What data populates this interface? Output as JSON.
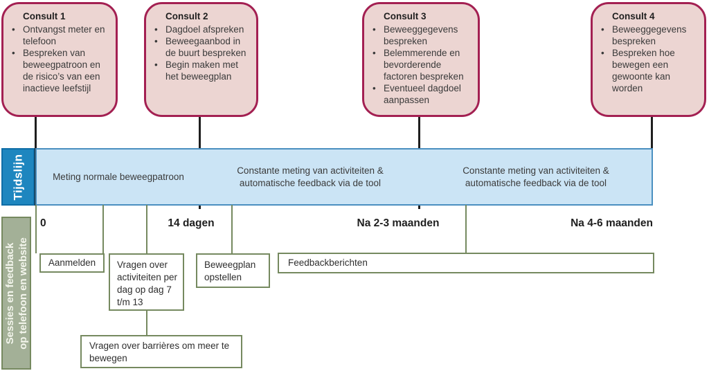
{
  "diagram": {
    "consults": [
      {
        "title": "Consult 1",
        "bullets": [
          "Ontvangst meter en telefoon",
          "Bespreken van beweegpatroon en de risico’s van een inactieve leefstijl"
        ]
      },
      {
        "title": "Consult 2",
        "bullets": [
          "Dagdoel afspreken",
          "Beweegaanbod in de buurt bespreken",
          "Begin maken met het beweegplan"
        ]
      },
      {
        "title": "Consult 3",
        "bullets": [
          "Beweeggegevens bespreken",
          "Belemmerende en bevorderende factoren bespreken",
          "Eventueel dagdoel aanpassen"
        ]
      },
      {
        "title": "Consult 4",
        "bullets": [
          "Beweeggegevens bespreken",
          "Bespreken hoe bewegen een gewoonte kan worden"
        ]
      }
    ],
    "band": {
      "label": "Tijdslijn",
      "segments": [
        "Meting normale beweegpatroon",
        "Constante meting van activiteiten & automatische feedback via de tool",
        "Constante meting van activiteiten & automatische feedback via de tool"
      ]
    },
    "milestones": [
      "0",
      "14 dagen",
      "Na 2-3 maanden",
      "Na 4-6 maanden"
    ],
    "sidebar": {
      "line1": "Sessies en feedback",
      "line2": "op telefoon en website"
    },
    "actions": [
      "Aanmelden",
      "Vragen over activiteiten per dag op dag 7 t/m 13",
      "Beweegplan opstellen",
      "Feedbackberichten",
      "Vragen over barrières om meer te bewegen"
    ],
    "colors": {
      "consult_fill": "#ecd5d2",
      "consult_border": "#a32052",
      "band_fill": "#cbe4f5",
      "band_border": "#4a8fc0",
      "band_label_fill": "#1e86bf",
      "action_border": "#75895f",
      "sidebar_fill": "#a3b097",
      "connector": "#1f1f1f"
    }
  }
}
